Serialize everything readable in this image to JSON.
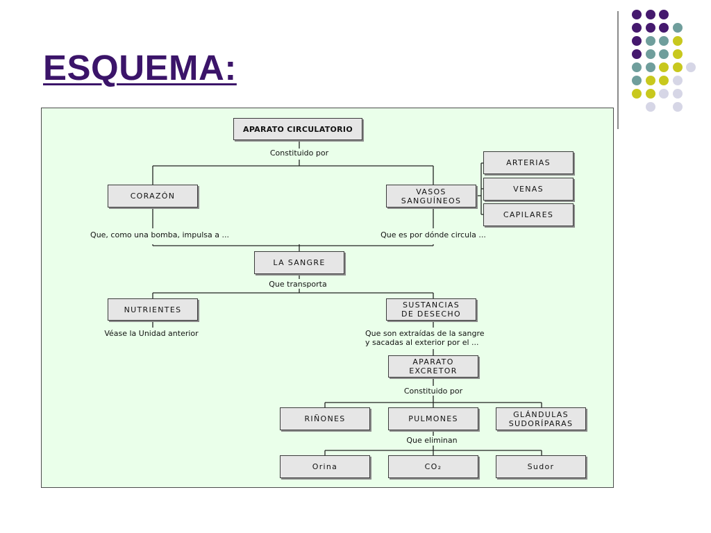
{
  "slide": {
    "title": "ESQUEMA:",
    "colors": {
      "title": "#3b1469",
      "panel_background": "#eaffea",
      "box_background": "#e6e6e6",
      "dot_purple": "#45196e",
      "dot_teal": "#6f9e9c",
      "dot_yellow": "#c8c81e",
      "dot_lavender": "#d6d6e6"
    }
  },
  "diagram": {
    "nodes": {
      "aparato_circulatorio": "APARATO CIRCULATORIO",
      "corazon": "CORAZÓN",
      "vasos": "VASOS\nSANGUÍNEOS",
      "arterias": "ARTERIAS",
      "venas": "VENAS",
      "capilares": "CAPILARES",
      "sangre": "LA SANGRE",
      "nutrientes": "NUTRIENTES",
      "sustancias": "SUSTANCIAS\nDE DESECHO",
      "excretor": "APARATO\nEXCRETOR",
      "rinones": "RIÑONES",
      "pulmones": "PULMONES",
      "glandulas": "GLÁNDULAS\nSUDORÍPARAS",
      "orina": "Orina",
      "co2": "CO₂",
      "sudor": "Sudor"
    },
    "labels": {
      "constituido_1": "Constituido por",
      "bomba": "Que, como una bomba, impulsa a ...",
      "circula": "Que es por dónde circula ...",
      "transporta": "Que transporta",
      "vease": "Véase la Unidad anterior",
      "extraidas": "Que son extraídas de la sangre\ny sacadas al exterior por el ...",
      "constituido_2": "Constituido por",
      "eliminan": "Que eliminan"
    }
  }
}
